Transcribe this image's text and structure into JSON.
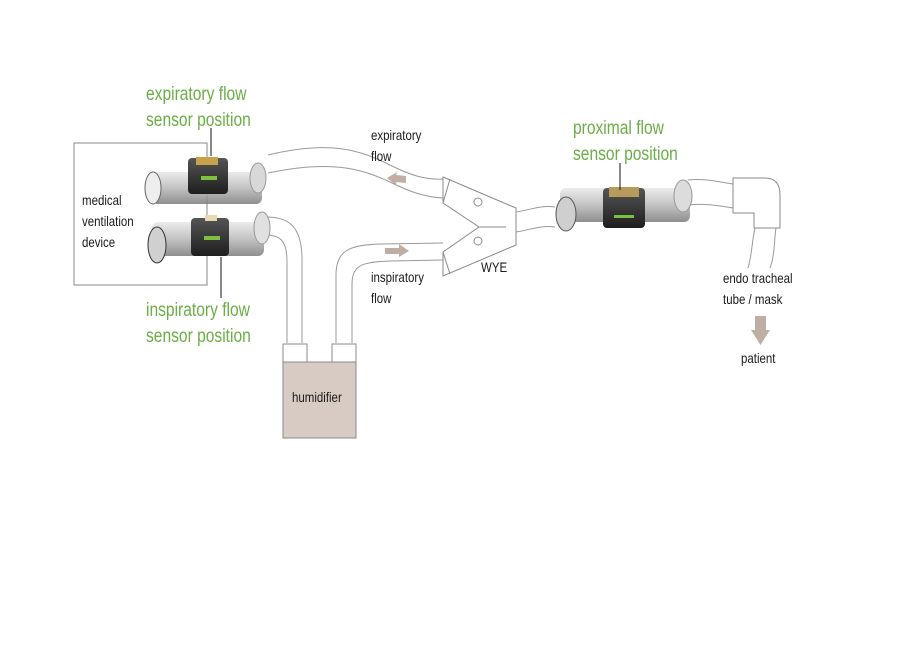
{
  "colors": {
    "label_green": "#6aae45",
    "line_gray": "#8a8a8a",
    "arrow_taupe": "#bfaea4",
    "humidifier_fill": "#d8cbc3"
  },
  "labels": {
    "expiratory_sensor": [
      "expiratory flow",
      "sensor position"
    ],
    "inspiratory_sensor": [
      "inspiratory flow",
      "sensor position"
    ],
    "proximal_sensor": [
      "proximal flow",
      "sensor position"
    ],
    "device": [
      "medical",
      "ventilation",
      "device"
    ],
    "expiratory_flow": [
      "expiratory",
      "flow"
    ],
    "inspiratory_flow": [
      "inspiratory",
      "flow"
    ],
    "wye": "WYE",
    "humidifier": "humidifier",
    "endo": [
      "endo tracheal",
      "tube / mask"
    ],
    "patient": "patient"
  }
}
